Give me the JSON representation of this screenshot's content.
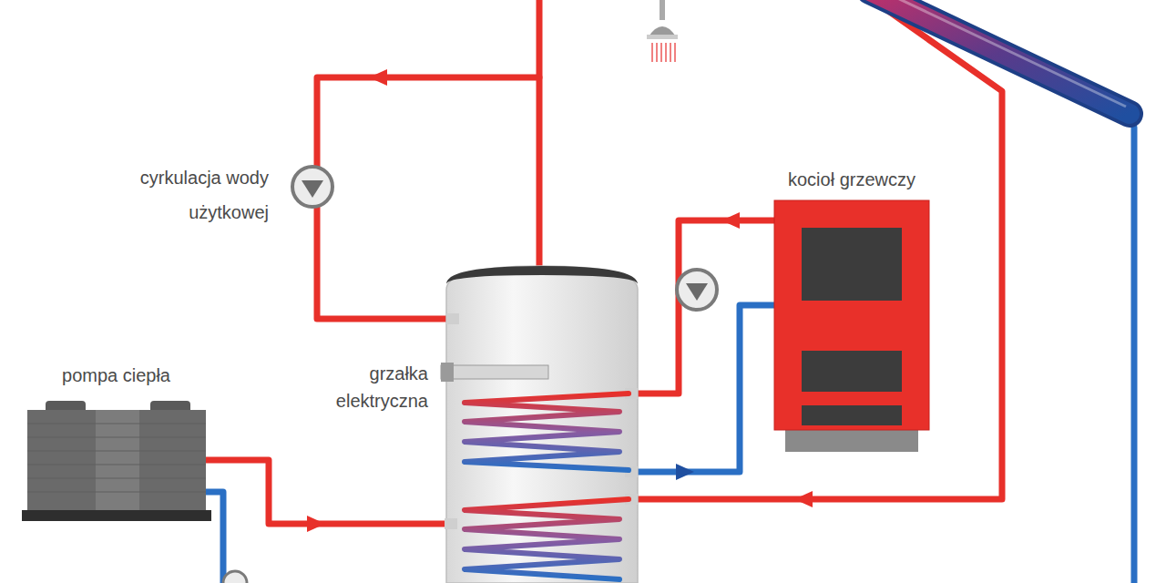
{
  "diagram": {
    "nodes": [
      {
        "text": [
          "cyrkulacja wody użytkowej"
        ]
      },
      {
        "text": [
          "kocioł grzewczy"
        ]
      },
      {
        "text": [
          "pompa ciepła"
        ]
      }
    ],
    "labels": [
      "grzałka elektryczna"
    ]
  }
}
